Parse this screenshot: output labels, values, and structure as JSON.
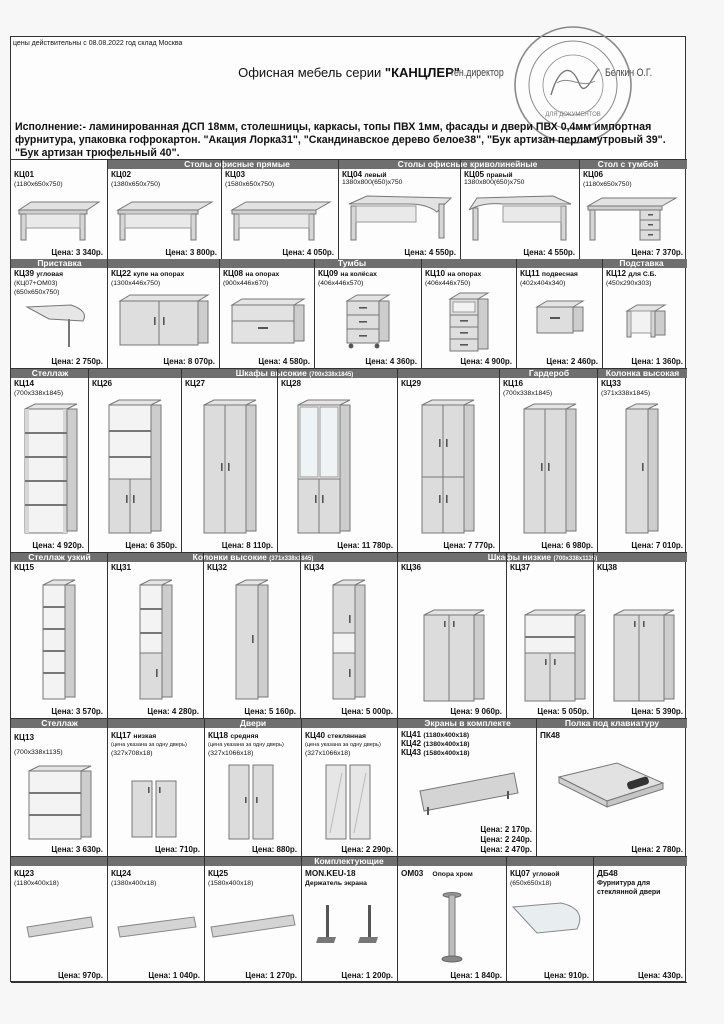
{
  "validity": "цены действительны с 08.08.2022 год склад Москва",
  "title": {
    "prefix": "Офисная мебель серии ",
    "series": "\"КАНЦЛЕР\""
  },
  "signature": {
    "position": "ген.директор",
    "name": "Белкин О.Г."
  },
  "stamp": {
    "text": "ДЛЯ ДОКУМЕНТОВ"
  },
  "spec": "Исполнение:- ламинированная ДСП 18мм, столешницы, каркасы, топы ПВХ 1мм, фасады и двери ПВХ 0,4мм импортная фурнитура, упаковка гофрокартон. \"Акация Лорка31\", \"Скандинавское дерево белое38\", \"Бук артизан перламутровый 39\". \"Бук артизан трюфельный 40\".",
  "sections": {
    "desks": "Столы офисные прямые",
    "curved": "Столы офисные криволинейные",
    "pedestal_desk": "Стол с тумбой",
    "extension": "Приставка",
    "pedestals": "Тумбы",
    "stand": "Подставка",
    "rack": "Стеллаж",
    "tall_cabinets": "Шкафы высокие",
    "tall_cabinets_dim": "(700x338x1845)",
    "wardrobe": "Гардероб",
    "tall_column": "Колонка высокая",
    "narrow_rack": "Стеллаж узкий",
    "tall_columns": "Колонки высокие",
    "tall_columns_dim": "(371x338x1845)",
    "low_cabinets": "Шкафы низкие",
    "low_cabinets_dim": "(700x338x1135)",
    "rack2": "Стеллаж",
    "doors": "Двери",
    "screens": "Экраны в комплекте",
    "keyboard": "Полка под клавиатуру",
    "parts": "Комплектующие"
  },
  "products": {
    "kc01": {
      "code": "КЦ01",
      "name": "",
      "dim": "(1180x650x750)",
      "price": "Цена: 3 340р."
    },
    "kc02": {
      "code": "КЦ02",
      "name": "",
      "dim": "(1380x650x750)",
      "price": "Цена: 3 800р."
    },
    "kc03": {
      "code": "КЦ03",
      "name": "",
      "dim": "(1580x650x750)",
      "price": "Цена: 4 050р."
    },
    "kc04": {
      "code": "КЦ04",
      "name": "левый",
      "dim": "1380x800(650)x750",
      "price": "Цена: 4 550р."
    },
    "kc05": {
      "code": "КЦ05",
      "name": "правый",
      "dim": "1380x800(650)x750",
      "price": "Цена: 4 550р."
    },
    "kc06": {
      "code": "КЦ06",
      "name": "",
      "dim": "(1180x650x750)",
      "price": "Цена: 7 370р."
    },
    "kc39": {
      "code": "КЦ39",
      "name": "угловая",
      "dim": "(КЦ07+ОМ03)",
      "dim2": "(650x650x750)",
      "price": "Цена: 2 750р."
    },
    "kc22": {
      "code": "КЦ22",
      "name": "купе на опорах",
      "dim": "(1300x446x750)",
      "price": "Цена: 8 070р."
    },
    "kc08": {
      "code": "КЦ08",
      "name": "на опорах",
      "dim": "(900x446x670)",
      "price": "Цена: 4 580р."
    },
    "kc09": {
      "code": "КЦ09",
      "name": "на колёсах",
      "dim": "(406x446x570)",
      "price": "Цена: 4 360р."
    },
    "kc10": {
      "code": "КЦ10",
      "name": "на опорах",
      "dim": "(406x446x750)",
      "price": "Цена: 4 900р."
    },
    "kc11": {
      "code": "КЦ11",
      "name": "подвесная",
      "dim": "(402x404x340)",
      "price": "Цена: 2 460р."
    },
    "kc12": {
      "code": "КЦ12",
      "name": "для С.Б.",
      "dim": "(450x290x303)",
      "price": "Цена: 1 360р."
    },
    "kc14": {
      "code": "КЦ14",
      "name": "",
      "dim": "(700x338x1845)",
      "price": "Цена: 4 920р."
    },
    "kc26": {
      "code": "КЦ26",
      "name": "",
      "dim": "",
      "price": "Цена: 6 350р."
    },
    "kc27": {
      "code": "КЦ27",
      "name": "",
      "dim": "",
      "price": "Цена: 8 110р."
    },
    "kc28": {
      "code": "КЦ28",
      "name": "",
      "dim": "",
      "price": "Цена: 11 780р."
    },
    "kc29": {
      "code": "КЦ29",
      "name": "",
      "dim": "",
      "price": "Цена: 7 770р."
    },
    "kc16": {
      "code": "КЦ16",
      "name": "",
      "dim": "(700x338x1845)",
      "price": "Цена: 6 980р."
    },
    "kc33": {
      "code": "КЦ33",
      "name": "",
      "dim": "(371x338x1845)",
      "price": "Цена: 7 010р."
    },
    "kc15": {
      "code": "КЦ15",
      "name": "",
      "dim": "",
      "price": "Цена: 3 570р."
    },
    "kc31": {
      "code": "КЦ31",
      "name": "",
      "dim": "",
      "price": "Цена: 4 280р."
    },
    "kc32": {
      "code": "КЦ32",
      "name": "",
      "dim": "",
      "price": "Цена: 5 160р."
    },
    "kc34": {
      "code": "КЦ34",
      "name": "",
      "dim": "",
      "price": "Цена: 5 000р."
    },
    "kc36": {
      "code": "КЦ36",
      "name": "",
      "dim": "",
      "price": "Цена: 9 060р."
    },
    "kc37": {
      "code": "КЦ37",
      "name": "",
      "dim": "",
      "price": "Цена: 5 050р."
    },
    "kc38": {
      "code": "КЦ38",
      "name": "",
      "dim": "",
      "price": "Цена: 5 390р."
    },
    "kc13": {
      "code": "КЦ13",
      "name": "",
      "dim": "(700x338x1135)",
      "price": "Цена: 3 630р."
    },
    "kc17": {
      "code": "КЦ17",
      "name": "низкая",
      "note": "(цена указана за одну дверь)",
      "dim": "(327x708x18)",
      "price": "Цена: 710р."
    },
    "kc18": {
      "code": "КЦ18",
      "name": "средняя",
      "note": "(цена указана за одну дверь)",
      "dim": "(327x1066x18)",
      "price": "Цена: 880р."
    },
    "kc40": {
      "code": "КЦ40",
      "name": "стеклянная",
      "note": "(цена указана за одну дверь)",
      "dim": "(327x1066x18)",
      "price": "Цена: 2 290р."
    },
    "kc41": {
      "code": "КЦ41",
      "dim": "(1180x400x18)",
      "price": "Цена: 2 170р."
    },
    "kc42": {
      "code": "КЦ42",
      "dim": "(1380x400x18)",
      "price": "Цена: 2 240р."
    },
    "kc43": {
      "code": "КЦ43",
      "dim": "(1580x400x18)",
      "price": "Цена: 2 470р."
    },
    "pk48": {
      "code": "ПК48",
      "name": "",
      "dim": "",
      "price": "Цена: 2 780р."
    },
    "kc23": {
      "code": "КЦ23",
      "dim": "(1180x400x18)",
      "price": "Цена: 970р."
    },
    "kc24": {
      "code": "КЦ24",
      "dim": "(1380x400x18)",
      "price": "Цена: 1 040р."
    },
    "kc25": {
      "code": "КЦ25",
      "dim": "(1580x400x18)",
      "price": "Цена: 1 270р."
    },
    "mon": {
      "code": "MON.KEU-18",
      "name": "Держатель экрана",
      "price": "Цена: 1 200р."
    },
    "om03": {
      "code": "ОМ03",
      "name": "Опора хром",
      "price": "Цена: 1 840р."
    },
    "kc07": {
      "code": "КЦ07",
      "name": "угловой",
      "dim": "(650x650x18)",
      "price": "Цена: 910р."
    },
    "db48": {
      "code": "ДБ48",
      "name": "Фурнитура для стеклянной двери",
      "price": "Цена: 430р."
    }
  }
}
